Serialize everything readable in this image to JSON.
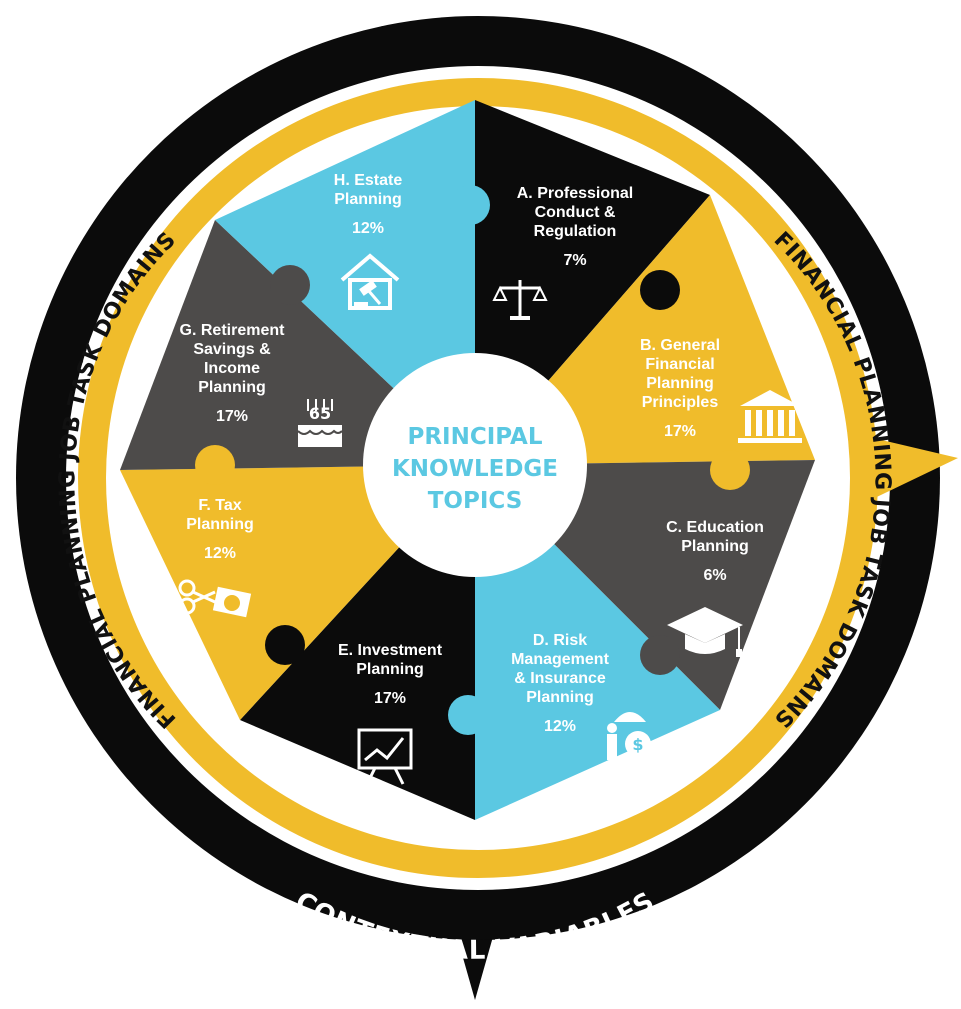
{
  "outer_ring": {
    "top_label": "CONTEXTUAL VARIABLES",
    "bottom_label": "CONTEXTUAL VARIABLES"
  },
  "domain_ring": {
    "left_label": "FINANCIAL PLANNING JOB TASK DOMAINS",
    "right_label": "FINANCIAL PLANNING JOB TASK DOMAINS"
  },
  "center": {
    "lines": [
      "PRINCIPAL",
      "KNOWLEDGE",
      "TOPICS"
    ]
  },
  "segments": [
    {
      "id": "A",
      "lines": [
        "A. Professional",
        "Conduct &",
        "Regulation"
      ],
      "percent": "7%",
      "icon": "scales-icon"
    },
    {
      "id": "B",
      "lines": [
        "B. General",
        "Financial",
        "Planning",
        "Principles"
      ],
      "percent": "17%",
      "icon": "bank-icon"
    },
    {
      "id": "C",
      "lines": [
        "C. Education",
        "Planning"
      ],
      "percent": "6%",
      "icon": "graduation-cap-icon"
    },
    {
      "id": "D",
      "lines": [
        "D. Risk",
        "Management",
        "& Insurance",
        "Planning"
      ],
      "percent": "12%",
      "icon": "umbrella-insurance-icon"
    },
    {
      "id": "E",
      "lines": [
        "E. Investment",
        "Planning"
      ],
      "percent": "17%",
      "icon": "chart-board-icon"
    },
    {
      "id": "F",
      "lines": [
        "F. Tax",
        "Planning"
      ],
      "percent": "12%",
      "icon": "scissors-money-icon"
    },
    {
      "id": "G",
      "lines": [
        "G. Retirement",
        "Savings &",
        "Income",
        "Planning"
      ],
      "percent": "17%",
      "icon": "birthday-cake-icon"
    },
    {
      "id": "H",
      "lines": [
        "H. Estate",
        "Planning"
      ],
      "percent": "12%",
      "icon": "house-gavel-icon"
    }
  ],
  "cake_text": "65",
  "colors": {
    "black": "#0b0b0b",
    "gold": "#f0bc2b",
    "gray": "#4d4b4a",
    "blue": "#5bc8e2",
    "white": "#ffffff"
  }
}
